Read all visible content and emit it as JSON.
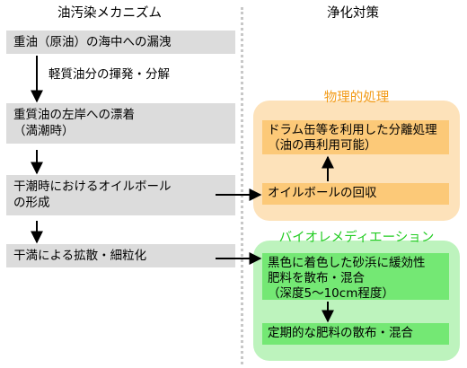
{
  "headers": {
    "left": "油汚染メカニズム",
    "right": "浄化対策"
  },
  "mechanism": {
    "step1": "重油（原油）の海中への漏洩",
    "note1": "軽質油分の揮発・分解",
    "step2": [
      "重質油の左岸への漂着",
      "（満潮時）"
    ],
    "step3": [
      "干潮時におけるオイルボール",
      "の形成"
    ],
    "step4": "干満による拡散・細粒化"
  },
  "physical": {
    "title": "物理的処理",
    "separation": [
      "ドラム缶等を利用した分離処理",
      "（油の再利用可能）"
    ],
    "collection": "オイルボールの回収"
  },
  "bio": {
    "title": "バイオレメディエーション",
    "apply": [
      "黒色に着色した砂浜に緩効性",
      "肥料を散布・混合",
      "（深度5～10cm程度）"
    ],
    "periodic": "定期的な肥料の散布・混合"
  },
  "colors": {
    "step_box": "#dcdcdc",
    "physical_panel": "#fde2ba",
    "physical_box": "#fcc978",
    "physical_title": "#f29b18",
    "bio_panel": "#bdf3bd",
    "bio_box": "#74e874",
    "bio_title": "#22cc22",
    "divider": "#c8c8c8"
  }
}
